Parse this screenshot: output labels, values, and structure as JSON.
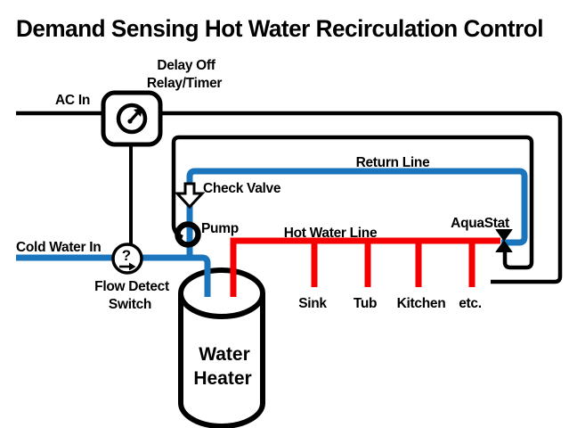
{
  "title": "Demand Sensing Hot Water Recirculation Control",
  "labels": {
    "ac_in": "AC In",
    "delay_off_line1": "Delay Off",
    "delay_off_line2": "Relay/Timer",
    "return_line": "Return Line",
    "check_valve": "Check Valve",
    "pump": "Pump",
    "hot_water_line": "Hot Water Line",
    "aquastat": "AquaStat",
    "cold_water_in": "Cold Water In",
    "flow_detect_line1": "Flow Detect",
    "flow_detect_line2": "Switch",
    "water_heater_line1": "Water",
    "water_heater_line2": "Heater",
    "flow_switch_symbol": "?"
  },
  "fixtures": [
    "Sink",
    "Tub",
    "Kitchen",
    "etc."
  ],
  "colors": {
    "wire": "#000000",
    "ink": "#000000",
    "cold": "#1b75bc",
    "hot": "#f50000",
    "background": "#ffffff"
  }
}
